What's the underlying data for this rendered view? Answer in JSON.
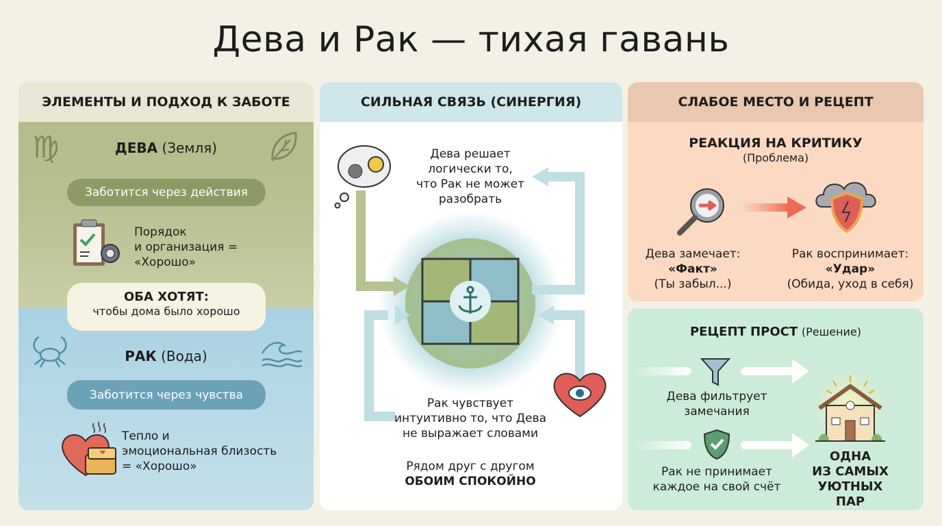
{
  "title": "Дева и Рак — тихая гавань",
  "left": {
    "header": "ЭЛЕМЕНТЫ И ПОДХОД К ЗАБОТЕ",
    "virgo": {
      "name": "ДЕВА",
      "element": "(Земля)",
      "pill": "Заботится через действия",
      "desc": [
        "Порядок",
        "и организация =",
        "«Хорошо»"
      ]
    },
    "both": {
      "title": "ОБА ХОТЯТ:",
      "text": "чтобы дома было хорошо"
    },
    "cancer": {
      "name": "РАК",
      "element": "(Вода)",
      "pill": "Заботится через чувства",
      "desc": [
        "Тепло и",
        "эмоциональная близость",
        "= «Хорошо»"
      ]
    }
  },
  "middle": {
    "header": "СИЛЬНАЯ СВЯЗЬ (СИНЕРГИЯ)",
    "virgo_text": [
      "Дева решает",
      "логически то,",
      "что Рак не может",
      "разобрать"
    ],
    "cancer_text": [
      "Рак чувствует",
      "интуитивно то, что Дева",
      "не выражает словами"
    ],
    "footer": [
      "Рядом друг с другом",
      "ОБОИМ СПОКОЙНО"
    ]
  },
  "right": {
    "header": "СЛАБОЕ МЕСТО И РЕЦЕПТ",
    "problem": {
      "title": "РЕАКЦИЯ НА КРИТИКУ",
      "subtitle": "(Проблема)",
      "virgo": [
        "Дева замечает:",
        "«Факт»",
        "(Ты забыл...)"
      ],
      "cancer": [
        "Рак воспринимает:",
        "«Удар»",
        "(Обида, уход в себя)"
      ]
    },
    "solution": {
      "title": "РЕЦЕПТ ПРОСТ",
      "subtitle": "(Решение)",
      "virgo": [
        "Дева фильтрует",
        "замечания"
      ],
      "cancer": [
        "Рак не принимает",
        "каждое на свой счёт"
      ],
      "result": [
        "ОДНА",
        "ИЗ САМЫХ",
        "УЮТНЫХ ПАР"
      ]
    }
  },
  "colors": {
    "olive": "#8e9a66",
    "blue": "#6ba2b8",
    "peach": "#fbd9c3",
    "mint": "#cdebd9"
  }
}
